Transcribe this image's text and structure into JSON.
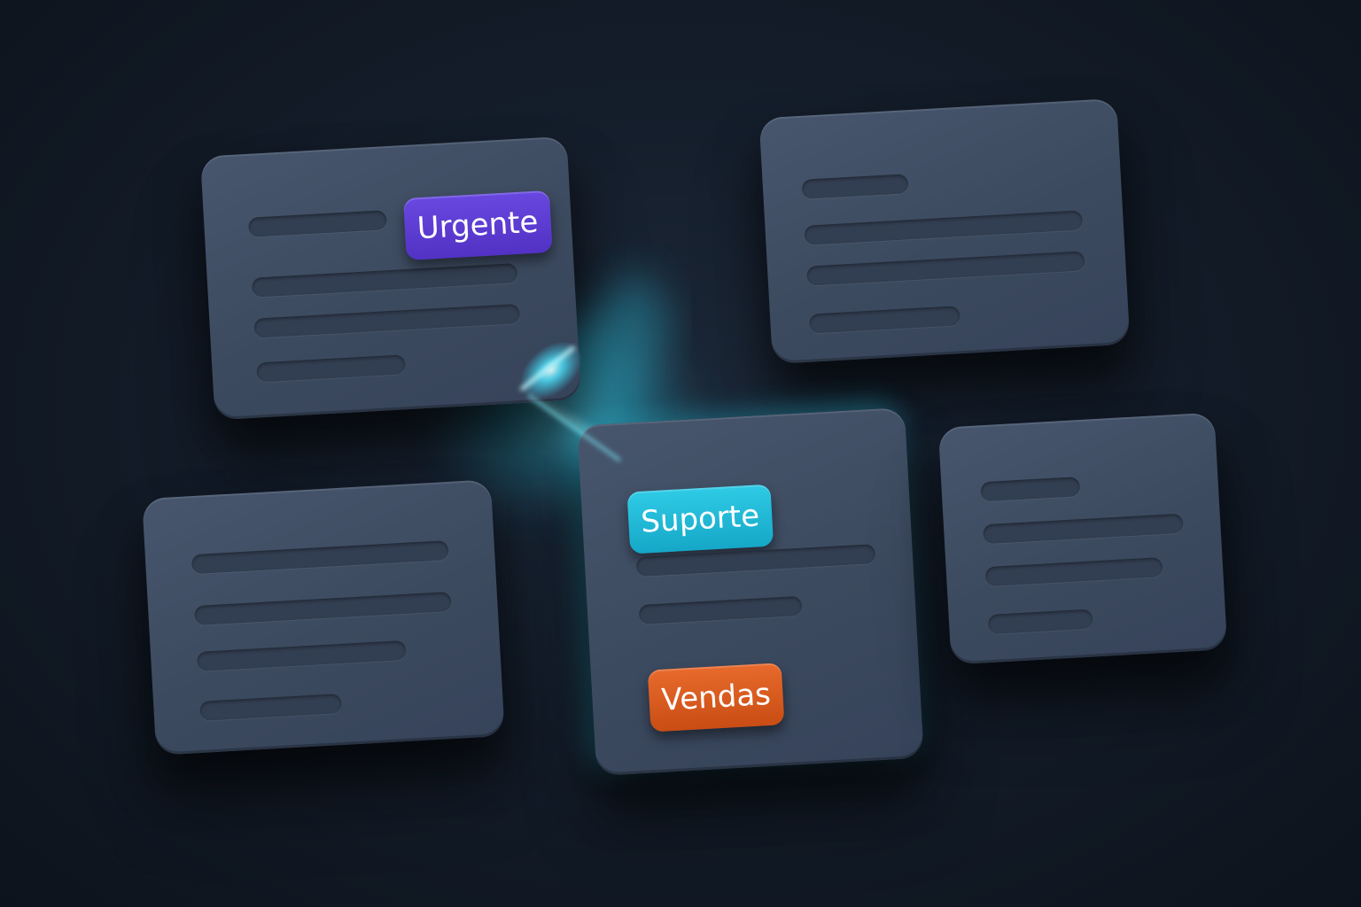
{
  "tags": {
    "urgent": "Urgente",
    "support": "Suporte",
    "sales": "Vendas"
  },
  "colors": {
    "background": "#141d2a",
    "card": "#3f4d62",
    "line": "#323e51",
    "urgent": "#5b3fd1",
    "support": "#1fb5d4",
    "sales": "#d9581c",
    "glow": "#35e0ff"
  }
}
